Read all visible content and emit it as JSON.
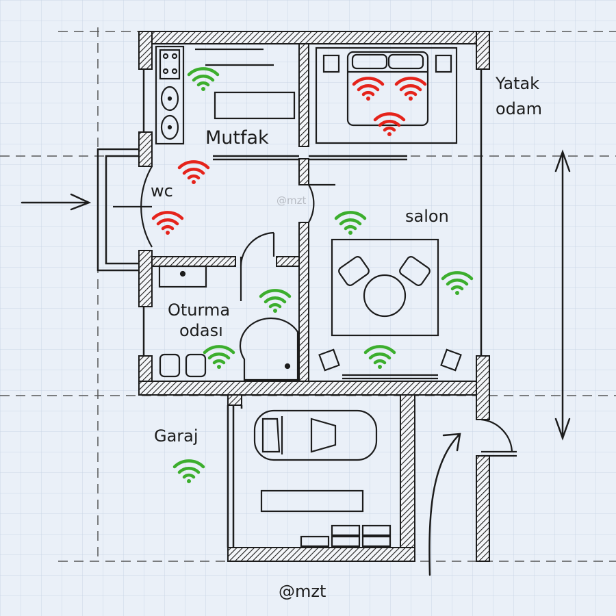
{
  "labels": {
    "kitchen": "Mutfak",
    "wc": "wc",
    "bedroom_line1": "Yatak",
    "bedroom_line2": "odam",
    "living": "salon",
    "sitting_line1": "Oturma",
    "sitting_line2": "odası",
    "garage": "Garaj",
    "watermark": "@mzt",
    "footer": "@mzt"
  },
  "colors": {
    "background": "#eaf0f8",
    "grid": "#c9d6e6",
    "wall": "#1c1c1c",
    "signal_strong": "#3cae2d",
    "signal_weak": "#e5231b"
  },
  "icons": {
    "wifi": "wifi-signal-icon",
    "entry": "arrow-right-icon",
    "height": "double-arrow-icon"
  },
  "wifi_signals": [
    {
      "room": "Mutfak",
      "strength": "strong"
    },
    {
      "room": "Yatak odam",
      "strength": "weak"
    },
    {
      "room": "Yatak odam",
      "strength": "weak"
    },
    {
      "room": "Yatak odam",
      "strength": "weak"
    },
    {
      "room": "wc",
      "strength": "weak"
    },
    {
      "room": "wc",
      "strength": "weak"
    },
    {
      "room": "salon",
      "strength": "strong"
    },
    {
      "room": "salon",
      "strength": "strong"
    },
    {
      "room": "salon",
      "strength": "strong"
    },
    {
      "room": "Oturma odası",
      "strength": "strong"
    },
    {
      "room": "Oturma odası",
      "strength": "strong"
    },
    {
      "room": "Garaj",
      "strength": "strong"
    }
  ]
}
